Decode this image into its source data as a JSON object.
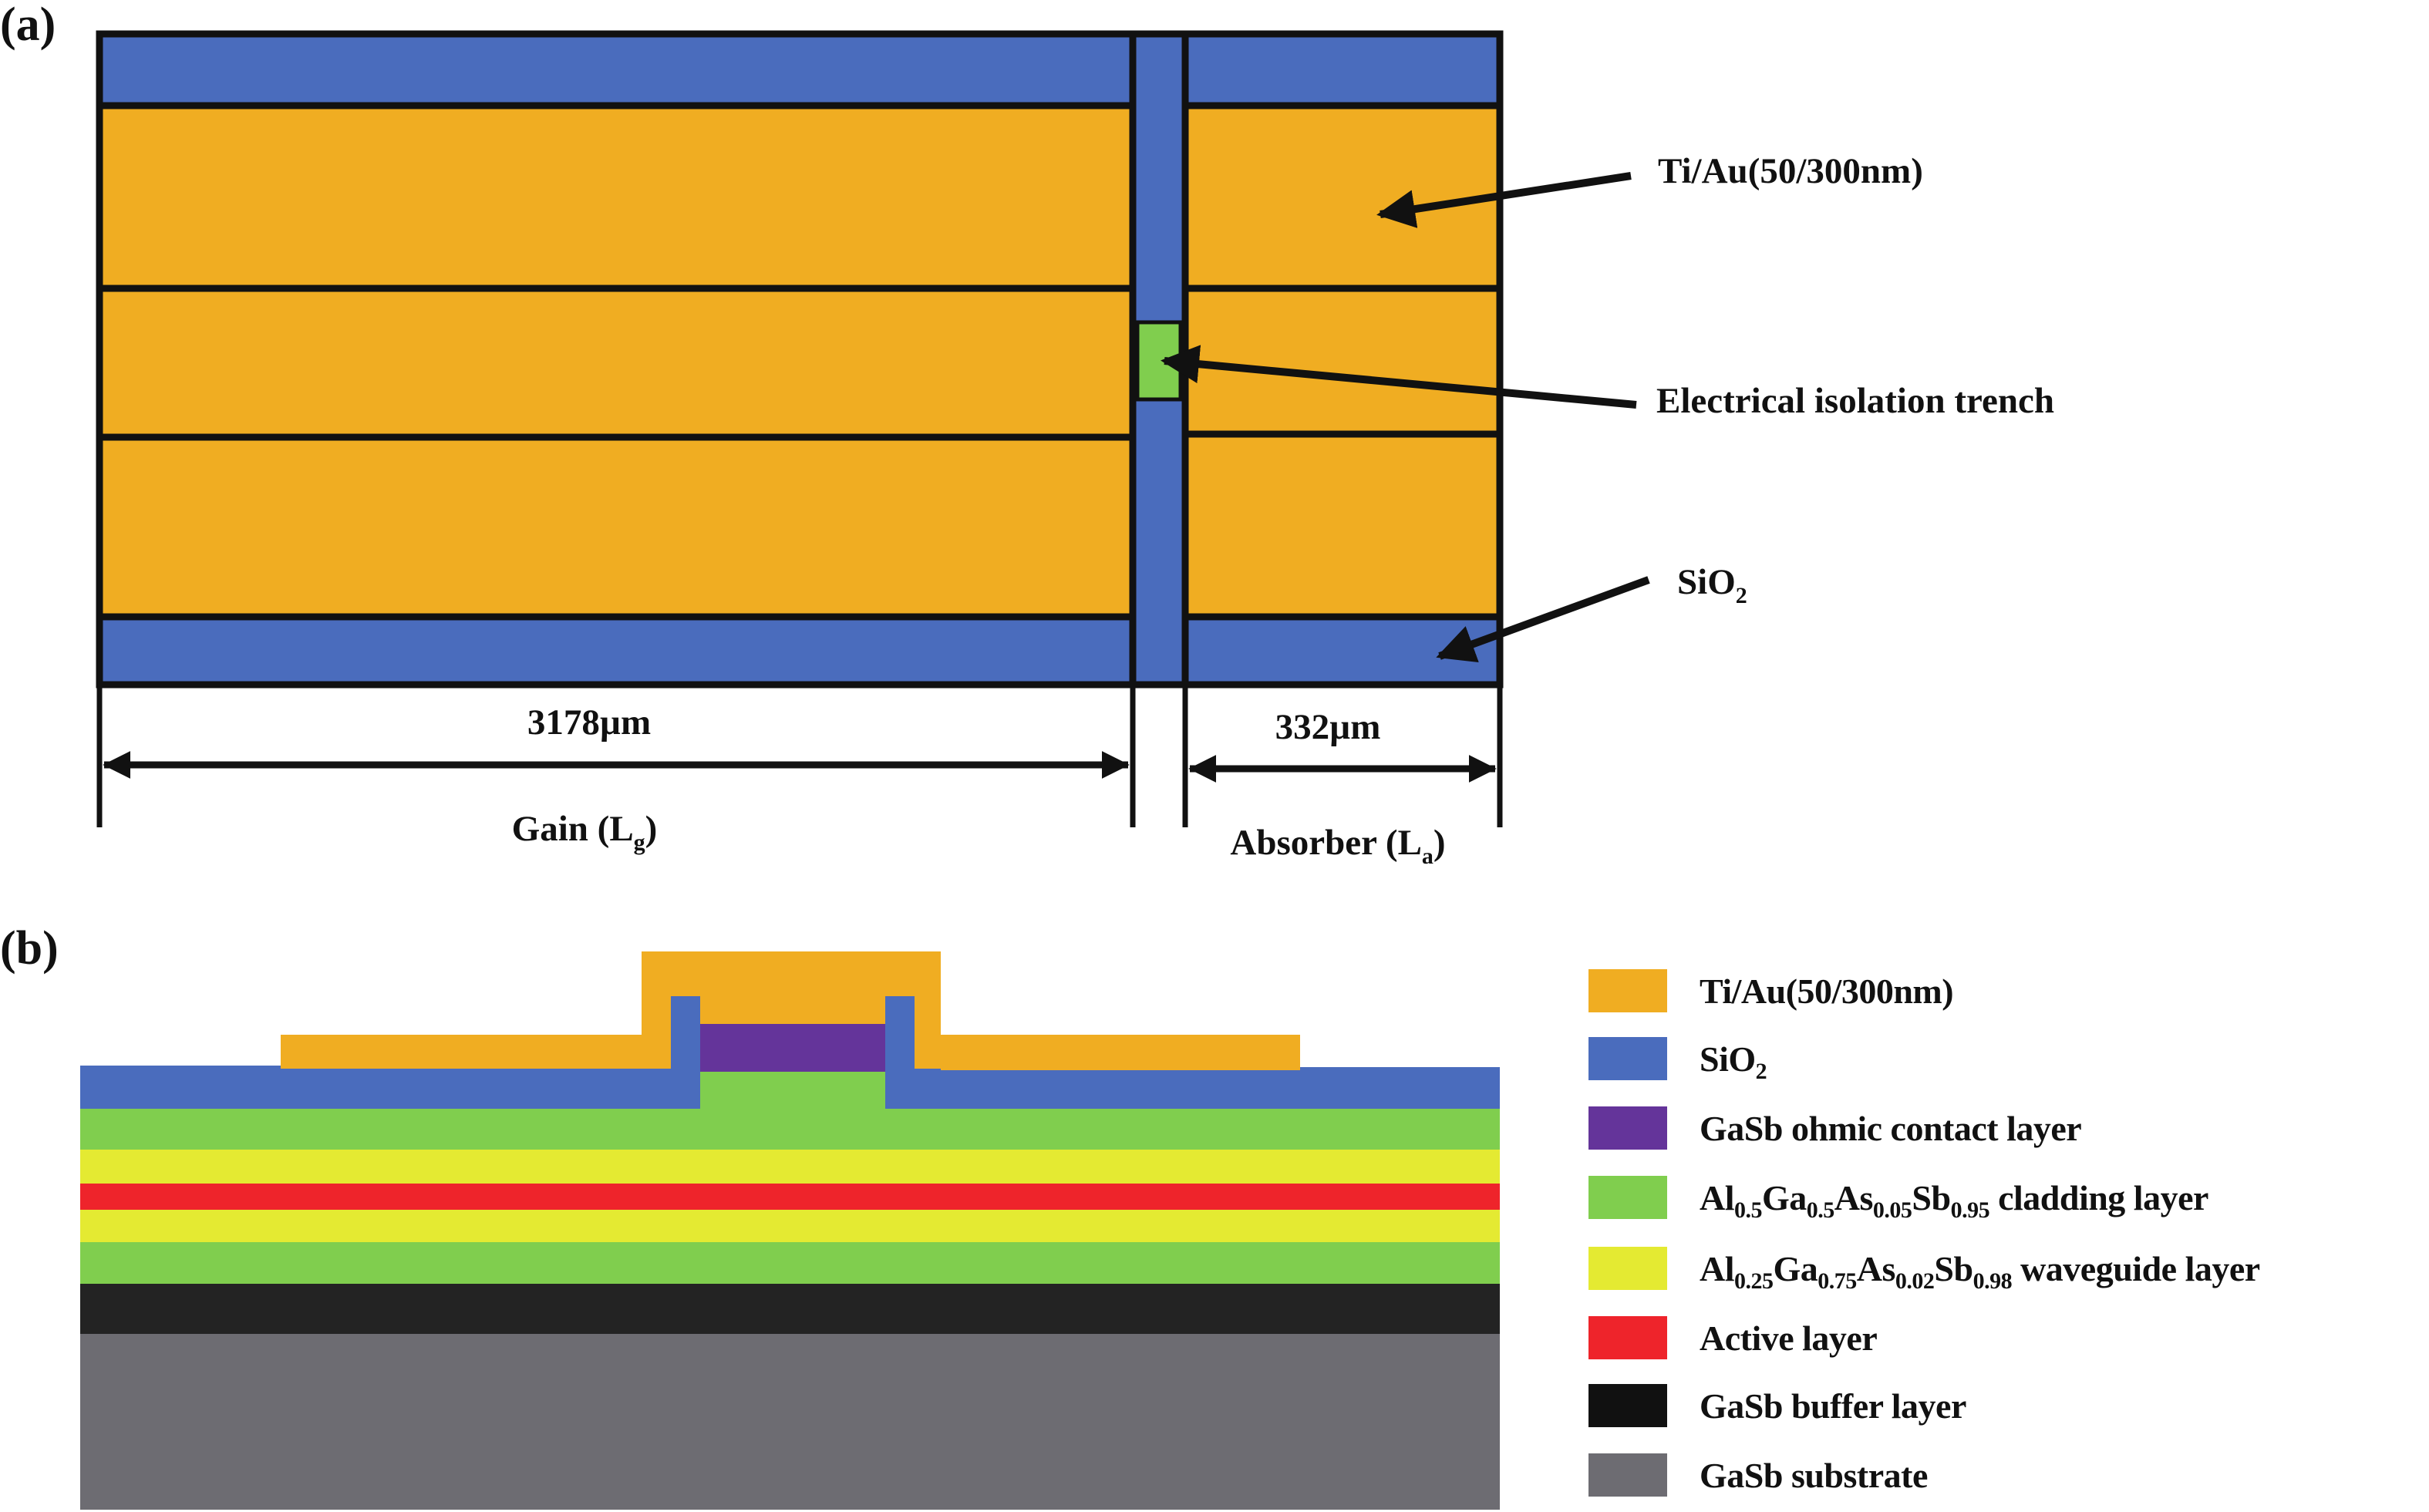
{
  "panel_a": {
    "label": "(a)",
    "annotations": {
      "metal": "Ti/Au(50/300nm)",
      "trench": "Electrical isolation trench",
      "oxide": "SiO",
      "oxide_sub": "2"
    },
    "dimensions": {
      "gain_length": "3178µm",
      "gain_label": "Gain (L",
      "gain_sub": "g",
      "gain_close": ")",
      "absorber_length": "332µm",
      "absorber_label": "Absorber (L",
      "absorber_sub": "a",
      "absorber_close": ")"
    }
  },
  "panel_b": {
    "label": "(b)",
    "legend": [
      {
        "text": "Ti/Au(50/300nm)",
        "color": "#f0ad22"
      },
      {
        "text": "SiO",
        "sub": "2",
        "color": "#4a6cbd"
      },
      {
        "text": "GaSb ohmic contact layer",
        "color": "#64349a"
      },
      {
        "parts": [
          [
            "Al",
            "0.5"
          ],
          [
            "Ga",
            "0.5"
          ],
          [
            "As",
            "0.05"
          ],
          [
            "Sb",
            "0.95"
          ]
        ],
        "tail": " cladding layer",
        "color": "#80ce4e"
      },
      {
        "parts": [
          [
            "Al",
            "0.25"
          ],
          [
            "Ga",
            "0.75"
          ],
          [
            "As",
            "0.02"
          ],
          [
            "Sb",
            "0.98"
          ]
        ],
        "tail": " waveguide layer",
        "color": "#e4ea32"
      },
      {
        "text": "Active layer",
        "color": "#ee242b"
      },
      {
        "text": "GaSb buffer layer",
        "color": "#111111"
      },
      {
        "text": "GaSb substrate",
        "color": "#6d6c72"
      }
    ]
  },
  "colors": {
    "metal": "#f0ad22",
    "oxide": "#4a6cbd",
    "contact": "#64349a",
    "cladding": "#80ce4e",
    "waveguide": "#e4ea32",
    "active": "#ee242b",
    "buffer": "#232323",
    "substrate": "#6d6c72",
    "trench": "#80ce4e",
    "outline": "#111111"
  }
}
